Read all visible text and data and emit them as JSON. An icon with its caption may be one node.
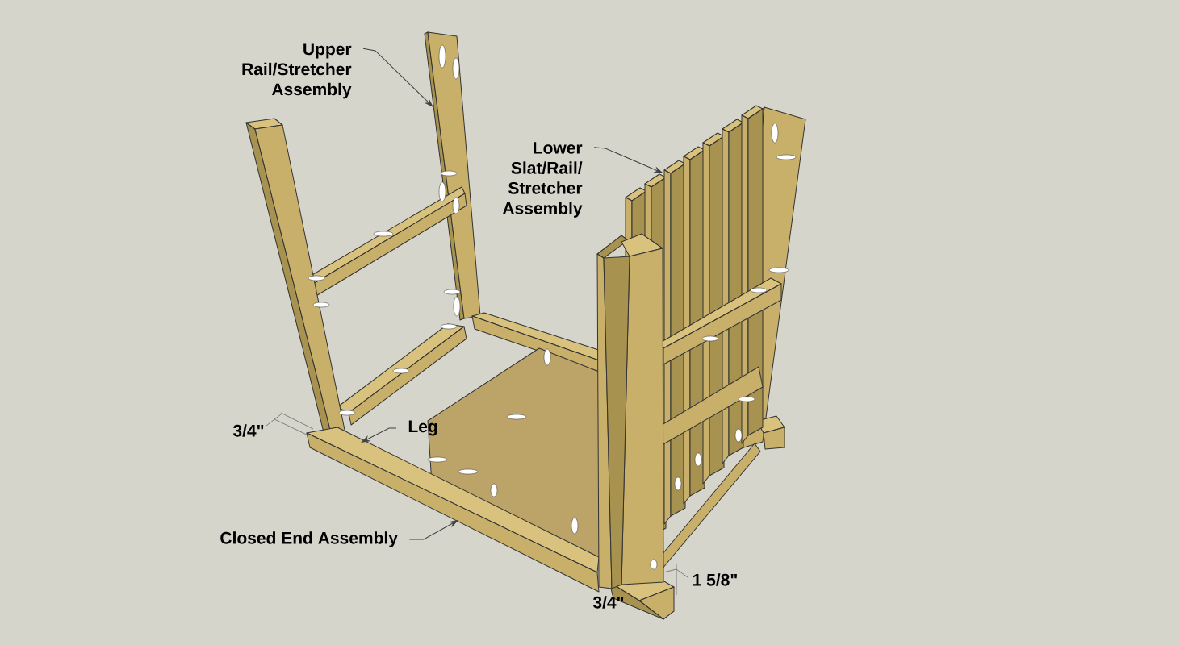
{
  "diagram": {
    "nodes": [
      {
        "text": [
          "Upper Rail/Stretcher Assembly"
        ]
      },
      {
        "text": [
          "Lower Slat/Rail/ Stretcher Assembly"
        ]
      },
      {
        "text": [
          "Leg"
        ]
      },
      {
        "text": [
          "Closed End Assembly"
        ]
      },
      {
        "text": [],
        "shape": "bar"
      },
      {
        "text": [],
        "shape": "bar"
      },
      {
        "text": [],
        "shape": "bar"
      }
    ],
    "edges": [
      {
        "from": 0,
        "to": 4,
        "arrow": "to"
      },
      {
        "from": 1,
        "to": 5,
        "arrow": "to"
      },
      {
        "from": 2,
        "to": 6,
        "arrow": "to"
      },
      {
        "from": 3,
        "to": 6,
        "arrow": "to"
      }
    ],
    "labels": [
      "3/4\"",
      "1 5/8\"",
      "3/4\""
    ]
  }
}
